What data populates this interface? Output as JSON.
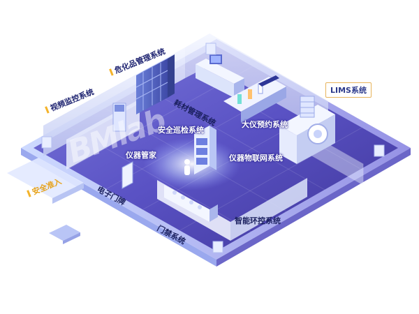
{
  "labels": {
    "video_monitor": "视频监控系统",
    "hazmat": "危化品管理系统",
    "lims": "LIMS系统",
    "consumables": "耗材管理系统",
    "security_patrol": "安全巡检系统",
    "instrument_booking": "大仪预约系统",
    "instrument_housekeeper": "仪器管家",
    "instrument_iot": "仪器物联网系统",
    "e_doorplate": "电子门牌",
    "safety_access": "安全准入",
    "access_control": "门禁系统",
    "env_control": "智能环控系统"
  },
  "watermark": "BMlab",
  "colors": {
    "floor": "#5b56c8",
    "floor_dark": "#3b338f",
    "wall": "#dfe6fb",
    "accent_yellow": "#f4b32a",
    "label_navy": "#1c1a5e"
  }
}
